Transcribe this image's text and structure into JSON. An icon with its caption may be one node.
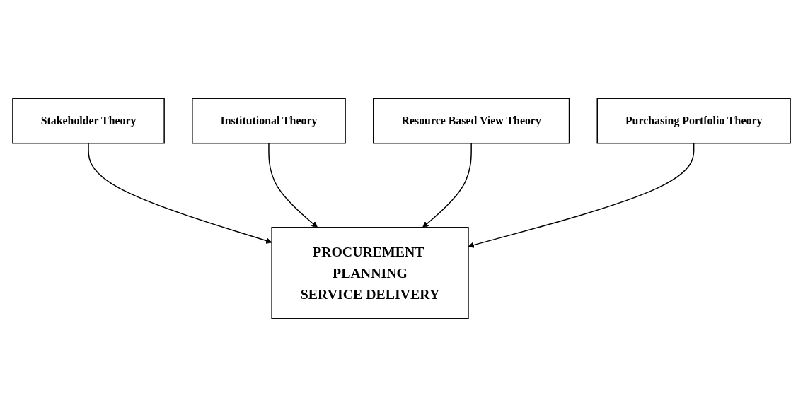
{
  "diagram": {
    "nodes": [
      {
        "text": [
          "Stakeholder Theory"
        ]
      },
      {
        "text": [
          "Institutional Theory"
        ]
      },
      {
        "text": [
          "PROCUREMENT PLANNING",
          "SERVICE DELIVERY"
        ]
      },
      {
        "text": [
          "Resource Based View Theory"
        ]
      },
      {
        "text": [
          "Purchasing Portfolio Theory"
        ]
      }
    ],
    "edges": [
      {
        "from": 0,
        "to": 2,
        "arrow": "to"
      },
      {
        "from": 1,
        "to": 2,
        "arrow": "to"
      },
      {
        "from": 3,
        "to": 2,
        "arrow": "to"
      },
      {
        "from": 4,
        "to": 2,
        "arrow": "to"
      }
    ]
  }
}
